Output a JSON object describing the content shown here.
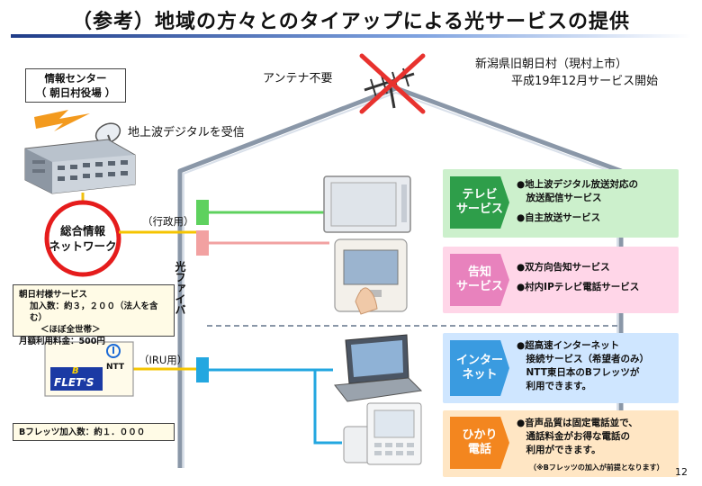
{
  "title": "（参考）地域の方々とのタイアップによる光サービスの提供",
  "antenna_label": "アンテナ不要",
  "location": {
    "line1": "新潟県旧朝日村（現村上市）",
    "line2": "平成19年12月サービス開始"
  },
  "info_center": {
    "line1": "情報センター",
    "line2": "（ 朝日村役場 ）"
  },
  "terrestrial_label": "地上波デジタルを受信",
  "network": {
    "line1": "総合情報",
    "line2": "ネットワーク"
  },
  "admin_label": "（行政用）",
  "iru_label": "（IRU用）",
  "fiber_label": "光ファイバ",
  "village_service": {
    "line1": "朝日村様サービス",
    "line2": "加入数：約３，２００（法人を含む）",
    "line3": "＜ほぼ全世帯＞",
    "line4": "月額利用料金：500円"
  },
  "ntt": {
    "brand": "NTT",
    "logo_text": "FLET'S",
    "logo_b": "B"
  },
  "bflets_count": "Bフレッツ加入数：約１．０００",
  "services": [
    {
      "tag_line1": "テレビ",
      "tag_line2": "サービス",
      "items": [
        "●地上波デジタル放送対応の",
        "　放送配信サービス",
        "●自主放送サービス"
      ]
    },
    {
      "tag_line1": "告知",
      "tag_line2": "サービス",
      "items": [
        "●双方向告知サービス",
        "●村内IPテレビ電話サービス"
      ]
    },
    {
      "tag_line1": "インター",
      "tag_line2": "ネット",
      "items": [
        "●超高速インターネット",
        "　接続サービス（希望者のみ）",
        "　NTT東日本のBフレッツが",
        "　利用できます。"
      ]
    },
    {
      "tag_line1": "ひかり",
      "tag_line2": "電話",
      "items": [
        "●音声品質は固定電話並で、",
        "　通話料金がお得な電話の",
        "　利用ができます。"
      ],
      "note": "（※Bフレッツの加入が前提となります）"
    }
  ],
  "page_number": "12",
  "colors": {
    "tv_panel": "#ccf0cc",
    "tv_tag": "#2e9e4a",
    "notice_panel": "#ffd6e8",
    "notice_tag": "#e882bd",
    "net_panel": "#cfe6ff",
    "net_tag": "#3a9be0",
    "phone_panel": "#ffe6c4",
    "phone_tag": "#f3861f"
  }
}
